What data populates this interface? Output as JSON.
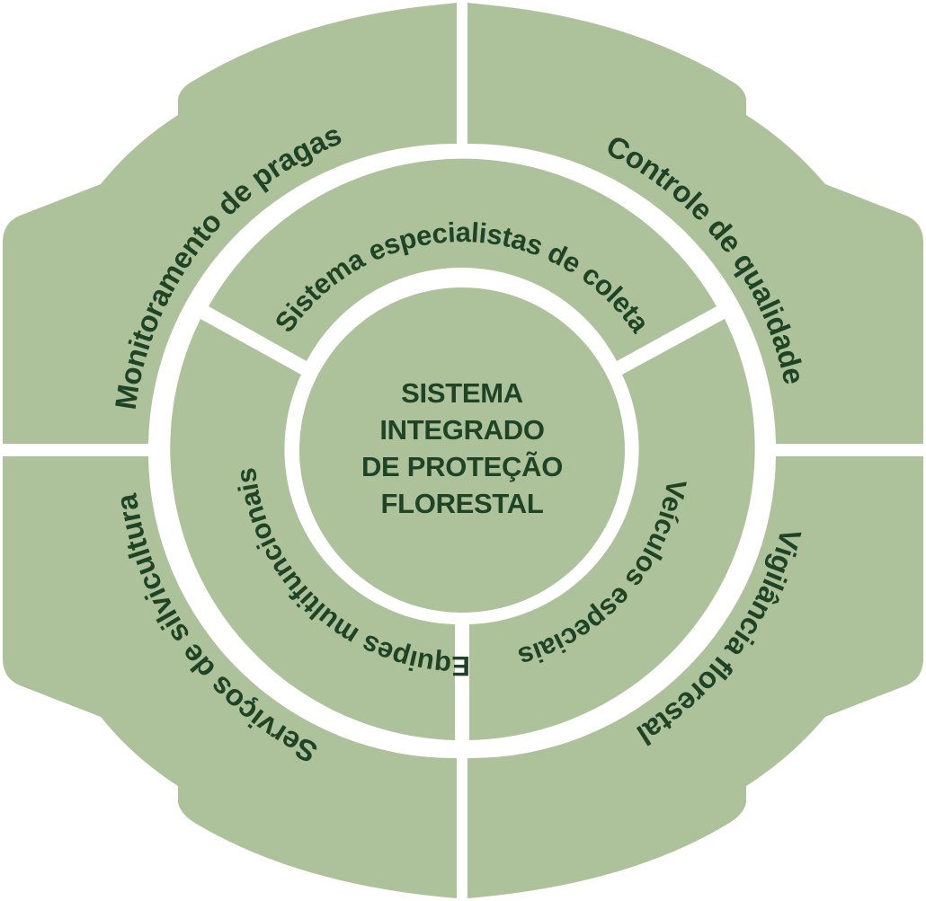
{
  "center": {
    "lines": [
      "SISTEMA",
      "INTEGRADO",
      "DE PROTEÇÃO",
      "FLORESTAL"
    ]
  },
  "inner_ring": [
    {
      "label": "Sistema especialistas de coleta"
    },
    {
      "label": "Veículos especiais"
    },
    {
      "label": "Equipes multifuncionais"
    }
  ],
  "outer_ring": [
    {
      "label": "Monitoramento de pragas"
    },
    {
      "label": "Controle de qualidade"
    },
    {
      "label": "Vigilância florestal"
    },
    {
      "label": "Serviços de silvicultura"
    }
  ],
  "colors": {
    "segment": "#adc29b",
    "text": "#1f4425",
    "gap": "#ffffff"
  }
}
